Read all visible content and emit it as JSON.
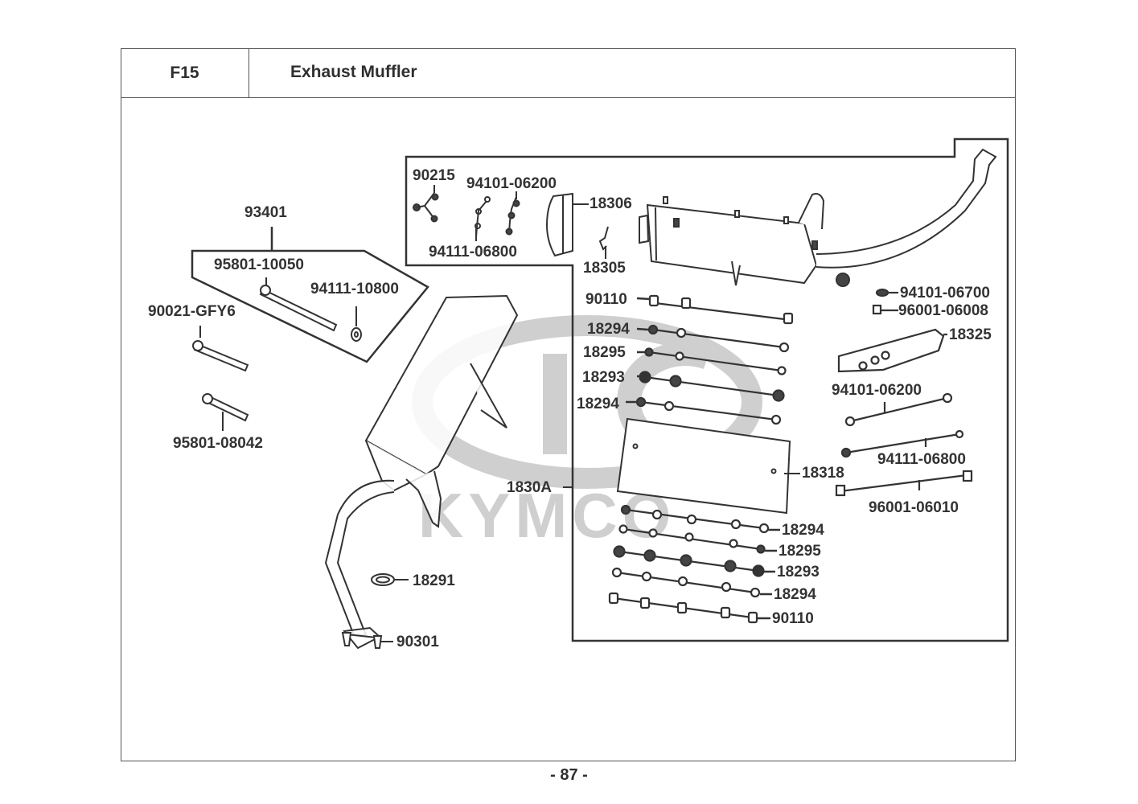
{
  "header": {
    "section_code": "F15",
    "title": "Exhaust Muffler"
  },
  "watermark": {
    "brand": "KYMCO"
  },
  "parts": {
    "p90215": "90215",
    "p94101_06200_top": "94101-06200",
    "p94111_06800_top": "94111-06800",
    "p18306": "18306",
    "p18305": "18305",
    "p93401": "93401",
    "p95801_10050": "95801-10050",
    "p94111_10800": "94111-10800",
    "p90021_GFY6": "90021-GFY6",
    "p95801_08042": "95801-08042",
    "p90110_a": "90110",
    "p18294_a": "18294",
    "p18295_a": "18295",
    "p18293_a": "18293",
    "p18294_b": "18294",
    "p94101_06700": "94101-06700",
    "p96001_06008": "96001-06008",
    "p18325": "18325",
    "p94101_06200_right": "94101-06200",
    "p94111_06800_right": "94111-06800",
    "p96001_06010": "96001-06010",
    "p18318": "18318",
    "p1830A": "1830A",
    "p18294_c": "18294",
    "p18295_b": "18295",
    "p18293_b": "18293",
    "p18294_d": "18294",
    "p90110_b": "90110",
    "p18291": "18291",
    "p90301": "90301"
  },
  "footer": {
    "page_number": "- 87 -"
  }
}
